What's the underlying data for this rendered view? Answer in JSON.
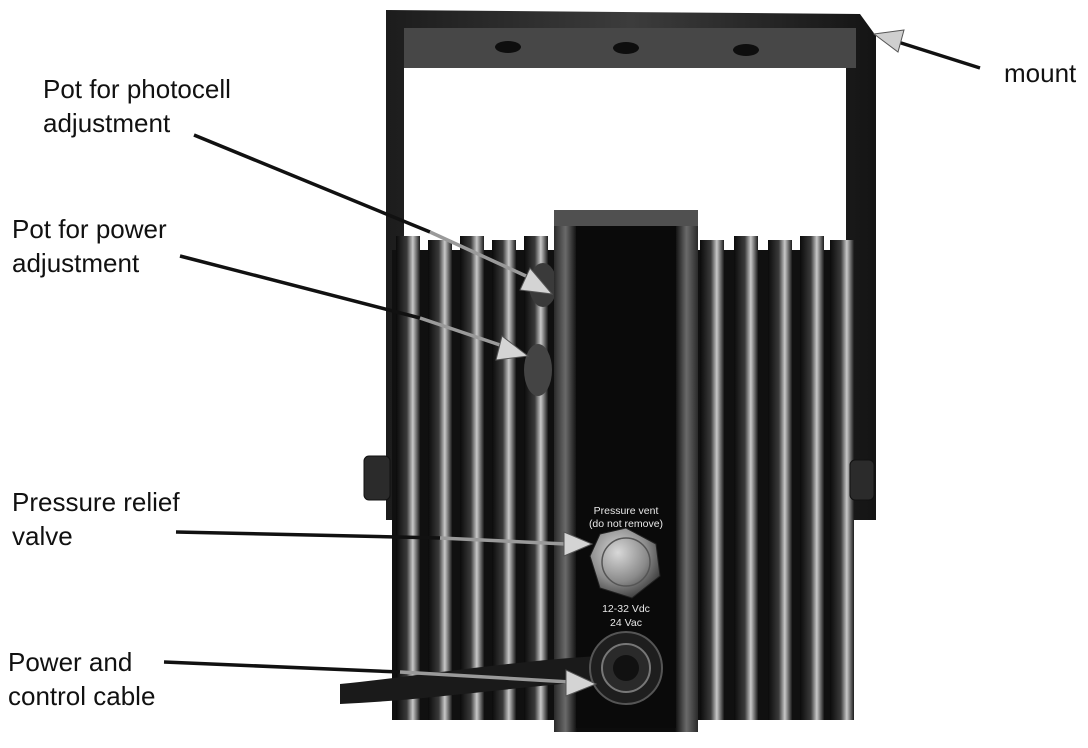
{
  "labels": {
    "mount": "mount",
    "photocell": [
      "Pot for photocell",
      "adjustment"
    ],
    "power": [
      "Pot for power",
      "adjustment"
    ],
    "relief": [
      "Pressure relief",
      "valve"
    ],
    "cable": [
      "Power and",
      "control cable"
    ]
  },
  "device_text": {
    "vent_line1": "Pressure vent",
    "vent_line2": "(do not remove)",
    "voltage_dc": "12-32 Vdc",
    "voltage_ac": "24 Vac"
  }
}
